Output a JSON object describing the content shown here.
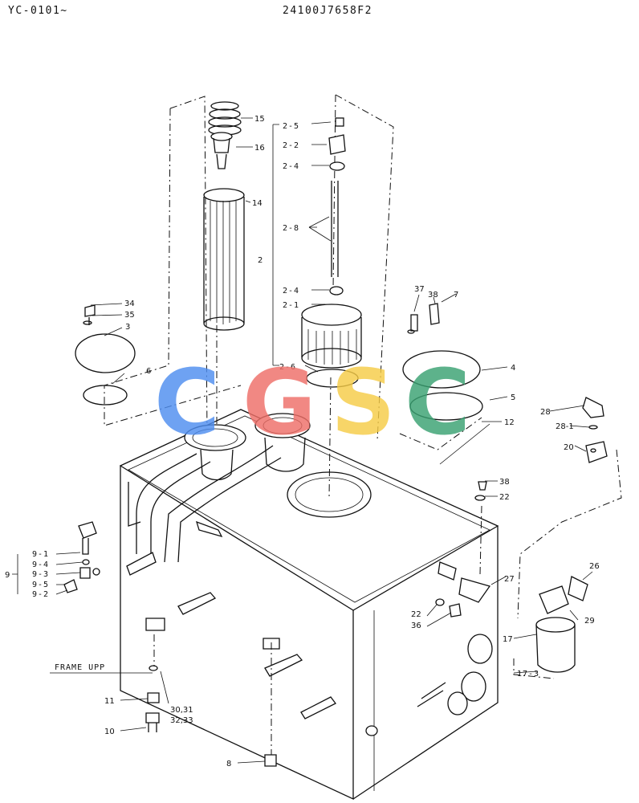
{
  "header": {
    "left": "YC-0101~",
    "right": "24100J7658F2"
  },
  "watermark": {
    "letters": [
      "C",
      "G",
      "S",
      "C"
    ],
    "colors": [
      "#4f8ef0",
      "#ef6f68",
      "#f6cc47",
      "#3aa272"
    ]
  },
  "labels": {
    "p15": "15",
    "p16": "16",
    "p14": "14",
    "p2_5": "2-5",
    "p2_2": "2-2",
    "p2_4a": "2-4",
    "p2_8": "2-8",
    "p2": "2",
    "p2_4b": "2-4",
    "p2_1": "2-1",
    "p2_6": "2-6",
    "p34": "34",
    "p35": "35",
    "p3": "3",
    "p6": "6",
    "p37": "37",
    "p38a": "38",
    "p7": "7",
    "p4": "4",
    "p5": "5",
    "p12": "12",
    "p28": "28",
    "p28_1": "28-1",
    "p20": "20",
    "p38b": "38",
    "p22a": "22",
    "p9_1": "9-1",
    "p9_4": "9-4",
    "p9": "9",
    "p9_3": "9-3",
    "p9_5": "9-5",
    "p9_2": "9-2",
    "p26": "26",
    "p27": "27",
    "p29": "29",
    "p22b": "22",
    "p36": "36",
    "p17": "17",
    "p17_3": "17-3",
    "frame_upp": "FRAME UPP",
    "p11": "11",
    "p10": "10",
    "p30_31": "30,31",
    "p32_33": "32,33",
    "p8": "8"
  }
}
